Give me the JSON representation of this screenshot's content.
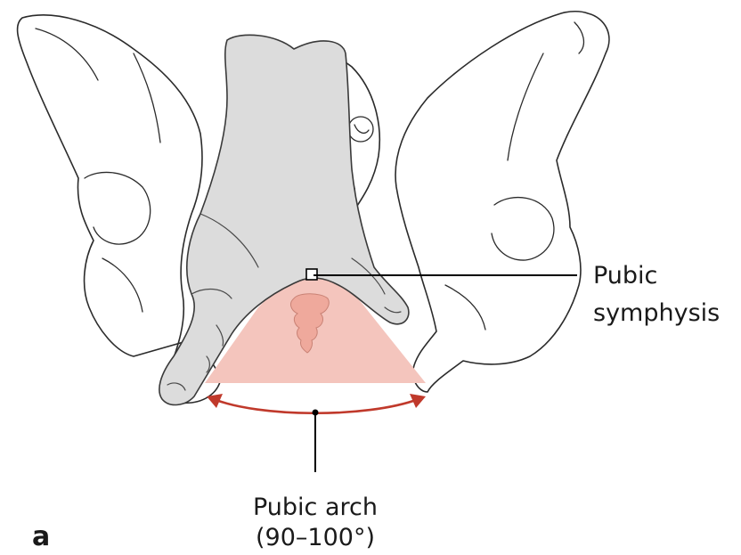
{
  "figure": {
    "panel_letter": "a",
    "labels": {
      "pubic_symphysis_line1": "Pubic",
      "pubic_symphysis_line2": "symphysis",
      "pubic_arch_line1": "Pubic arch",
      "pubic_arch_line2": "(90–100°)"
    },
    "colors": {
      "arch_fill": "#f4c5bd",
      "arch_arrow": "#c0392b",
      "hand_fill": "#dcdcdc",
      "outline": "#2b2b2b"
    }
  }
}
